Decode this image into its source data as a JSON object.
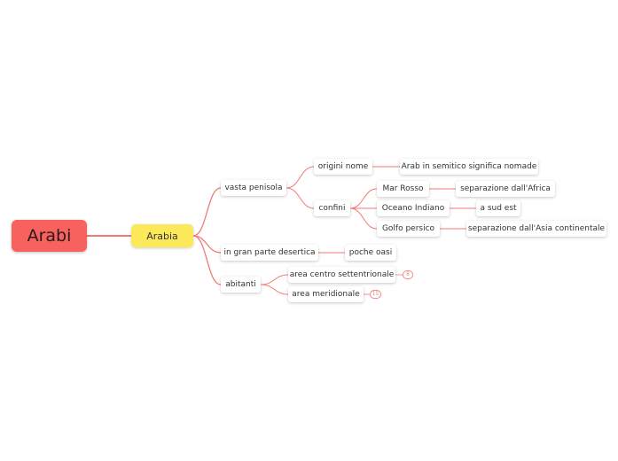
{
  "colors": {
    "link": "#f07a74",
    "root": "#f7625e",
    "main": "#fce95a"
  },
  "mindmap": {
    "root": "Arabi",
    "main": "Arabia",
    "vasta_penisola": "vasta penisola",
    "origini_nome": "origini nome",
    "arab_semitico": "Arab in semitico significa nomade",
    "confini": "confini",
    "mar_rosso": "Mar Rosso",
    "separazione_africa": "separazione dall'Africa",
    "oceano_indiano": "Oceano Indiano",
    "a_sud_est": "a sud est",
    "golfo_persico": "Golfo persico",
    "separazione_asia": "separazione dall'Asia continentale",
    "desertica": "in gran parte desertica",
    "poche_oasi": "poche oasi",
    "abitanti": "abitanti",
    "area_nord": "area centro settentrionale",
    "area_sud": "area meridionale",
    "collapse_nord": "8",
    "collapse_sud": "15"
  }
}
